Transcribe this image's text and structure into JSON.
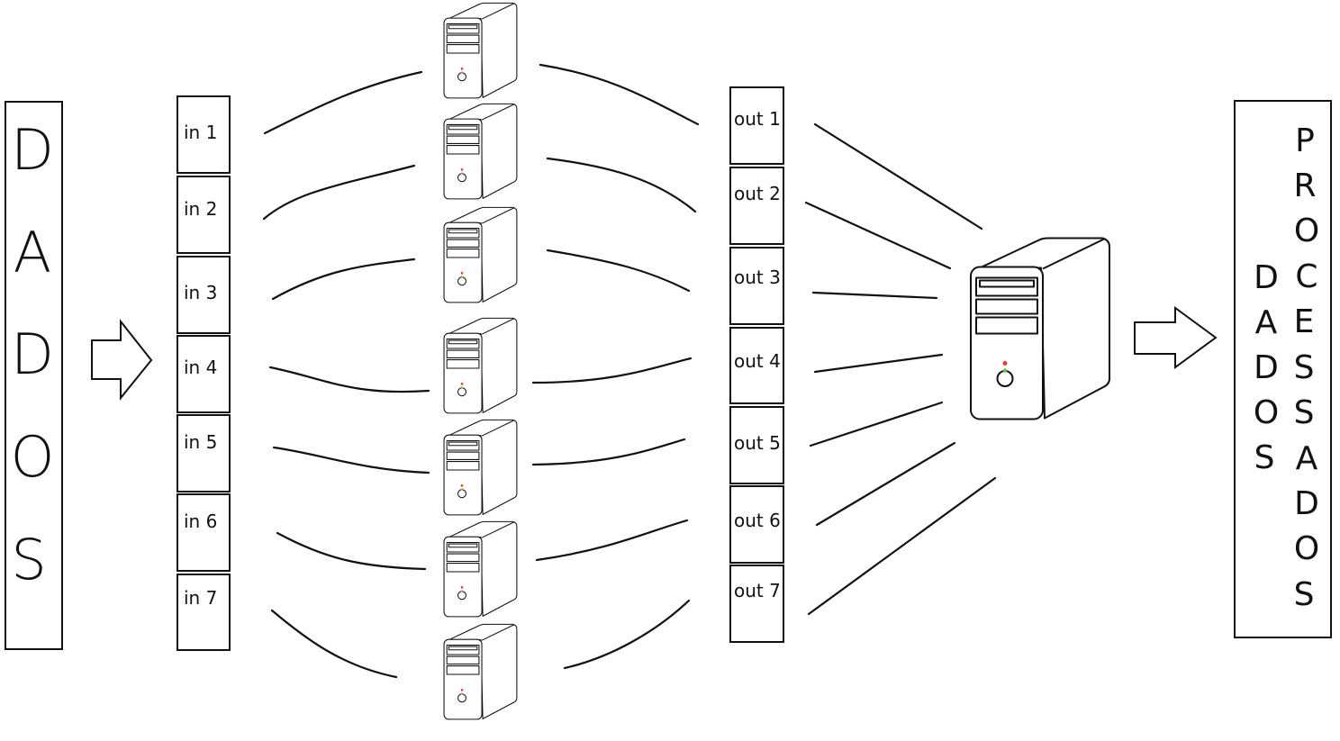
{
  "input": {
    "letters": [
      "D",
      "A",
      "D",
      "O",
      "S"
    ]
  },
  "inputs": [
    "in 1",
    "in 2",
    "in 3",
    "in 4",
    "in 5",
    "in 6",
    "in 7"
  ],
  "outputs": [
    "out 1",
    "out 2",
    "out 3",
    "out 4",
    "out 5",
    "out 6",
    "out 7"
  ],
  "workers_count": 7,
  "output": {
    "word1": [
      "D",
      "A",
      "D",
      "O",
      "S"
    ],
    "word2": [
      "P",
      "R",
      "O",
      "C",
      "E",
      "S",
      "S",
      "A",
      "D",
      "O",
      "S"
    ]
  },
  "colors": {
    "line": "#111111",
    "led_red": "#e53935",
    "led_green": "#7cb342"
  }
}
